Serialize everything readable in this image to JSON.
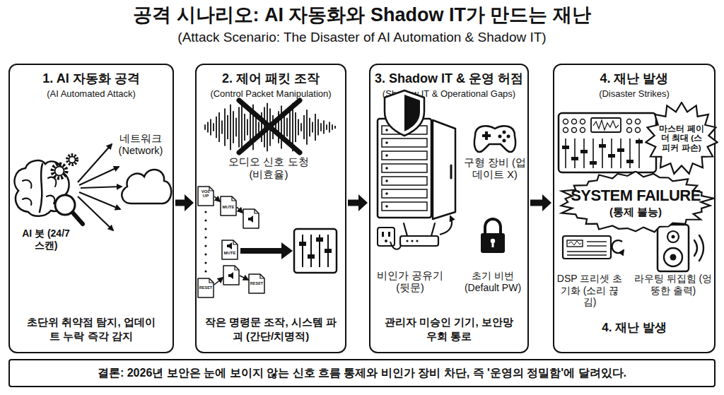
{
  "diagram": {
    "title": "공격 시나리오: AI 자동화와 Shadow IT가 만드는 재난",
    "nodes": [
      {
        "text": [
          "1. AI 자동화 공격",
          "(AI Automated Attack)",
          "초단위 취약점 탐지, 업데이트 누락 즉각 감지"
        ]
      },
      {
        "text": [
          "2. 제어 패킷 조작",
          "(Control Packet Manipulation)",
          "작은 명령문 조작, 시스템 파괴 (간단/치명적)"
        ]
      },
      {
        "text": [
          "3. Shadow IT & 운영 허점",
          "(Shadow IT & Operational Gaps)",
          "관리자 미승인 기기, 보안망 우회 통로"
        ]
      },
      {
        "text": [
          "4. 재난 발생",
          "(Disaster Strikes)",
          "4. 재난 발생"
        ]
      },
      {
        "text": [
          "마스터 페이더 최대 (스피커 파손)"
        ],
        "in": 3
      },
      {
        "text": [
          "SYSTEM FAILURE",
          "(통제 불능)"
        ],
        "in": 3
      },
      {
        "text": [
          "결론: 2026년 보안은 눈에 보이지 않는 신호 흐름 통제와 비인가 장비 차단, 즉 '운영의 정밀함'에 달려있다."
        ]
      }
    ],
    "edges": [
      {
        "from": 0,
        "to": 1,
        "arrow": "to"
      },
      {
        "from": 1,
        "to": 2,
        "arrow": "to"
      },
      {
        "from": 2,
        "to": 3,
        "arrow": "to"
      }
    ],
    "labels": [
      "(Attack Scenario: The Disaster of AI Automation & Shadow IT)",
      "네트워크 (Network)",
      "AI 봇 (24/7 스캔)",
      "오디오 신호 도청 (비효율)",
      "VOL UP",
      "MUTE",
      "MUTE",
      "RESET",
      "RESET",
      "구형 장비 (업데이트 X)",
      "비인가 공유기 (뒷문)",
      "초기 비번 (Default PW)",
      "DSP 프리셋 초기화 (소리 끊김)",
      "라우팅 뒤집힘 (엉뚱한 출력)"
    ]
  }
}
